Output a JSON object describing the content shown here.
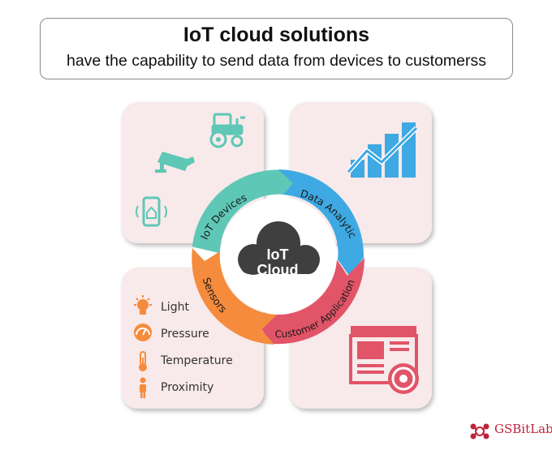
{
  "header": {
    "title": "IoT cloud solutions",
    "subtitle": "have the capability to send data from devices to customerss"
  },
  "center": {
    "line1": "IoT",
    "line2": "Cloud"
  },
  "segments": [
    {
      "label": "IoT Devices",
      "color": "#5ec7b5"
    },
    {
      "label": "Data Analytics",
      "color": "#3ea9e3"
    },
    {
      "label": "Customer Application",
      "color": "#e25468"
    },
    {
      "label": "Sensors",
      "color": "#f58b3d"
    }
  ],
  "sensors": [
    {
      "label": "Light",
      "icon": "lightbulb-icon"
    },
    {
      "label": "Pressure",
      "icon": "gauge-icon"
    },
    {
      "label": "Temperature",
      "icon": "thermometer-icon"
    },
    {
      "label": "Proximity",
      "icon": "person-icon"
    }
  ],
  "brand": {
    "name": "GSBitLabs",
    "color": "#c0223a"
  },
  "colors": {
    "panel": "#f8e9ea",
    "teal": "#5ec7b5",
    "blue": "#3ea9e3",
    "red": "#e25468",
    "orange": "#f58b3d",
    "cloud": "#3f3f3f"
  }
}
